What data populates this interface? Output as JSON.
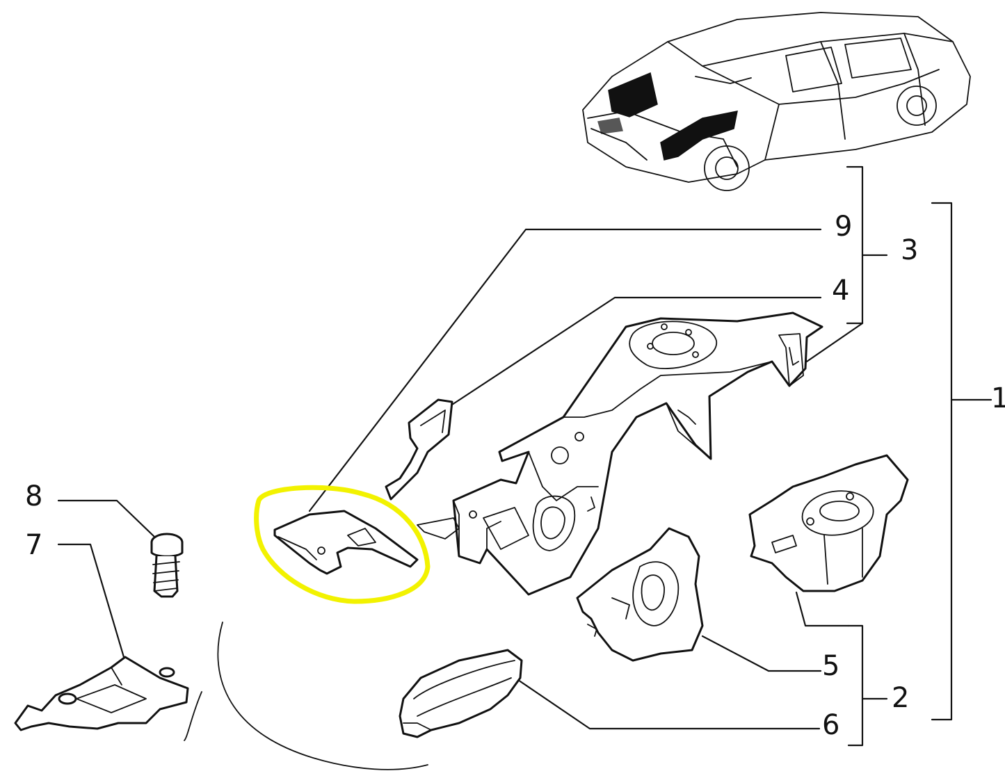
{
  "diagram": {
    "callouts": [
      {
        "id": "c1",
        "text": "1"
      },
      {
        "id": "c2",
        "text": "2"
      },
      {
        "id": "c3",
        "text": "3"
      },
      {
        "id": "c4",
        "text": "4"
      },
      {
        "id": "c5",
        "text": "5"
      },
      {
        "id": "c6",
        "text": "6"
      },
      {
        "id": "c7",
        "text": "7"
      },
      {
        "id": "c8",
        "text": "8"
      },
      {
        "id": "c9",
        "text": "9"
      }
    ],
    "highlight_color": "#f2f200",
    "line_color": "#111111",
    "background": "#ffffff"
  }
}
